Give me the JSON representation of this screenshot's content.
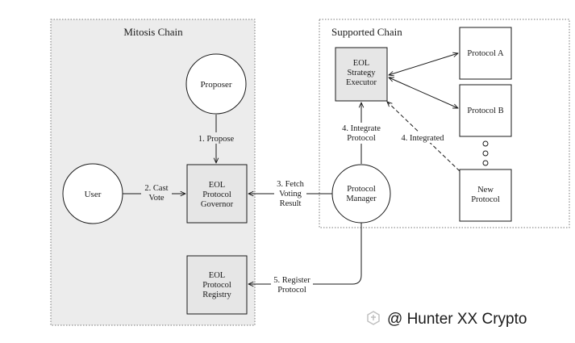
{
  "regions": {
    "mitosis_chain": "Mitosis Chain",
    "supported_chain": "Supported Chain"
  },
  "nodes": {
    "proposer": "Proposer",
    "user": "User",
    "eol_protocol_governor": [
      "EOL",
      "Protocol",
      "Governor"
    ],
    "eol_protocol_registry": [
      "EOL",
      "Protocol",
      "Registry"
    ],
    "eol_strategy_executor": [
      "EOL",
      "Strategy",
      "Executor"
    ],
    "protocol_manager": [
      "Protocol",
      "Manager"
    ],
    "protocol_a": "Protocol A",
    "protocol_b": "Protocol B",
    "new_protocol": [
      "New",
      "Protocol"
    ]
  },
  "edges": {
    "propose": "1. Propose",
    "cast_vote": [
      "2. Cast",
      "Vote"
    ],
    "fetch_voting_result": [
      "3. Fetch",
      "Voting",
      "Result"
    ],
    "integrate_protocol": [
      "4. Integrate",
      "Protocol"
    ],
    "integrated": "4. Integrated",
    "register_protocol": [
      "5. Register",
      "Protocol"
    ]
  },
  "watermark": "@ Hunter XX Crypto",
  "colors": {
    "region_fill": "#ececec",
    "box_fill": "#e6e6e6",
    "line": "#1a1a1a",
    "border_dots": "#777777"
  }
}
